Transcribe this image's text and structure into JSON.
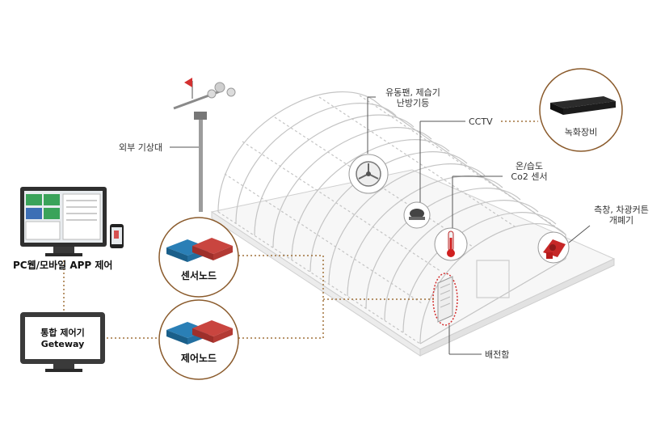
{
  "labels": {
    "weather_station": "외부 기상대",
    "fan_line1": "유동팬, 제습기",
    "fan_line2": "난방기등",
    "cctv": "CCTV",
    "recorder": "녹화장비",
    "sensor_line1": "온/습도",
    "sensor_line2": "Co2 센서",
    "curtain_line1": "측창, 차광커튼",
    "curtain_line2": "개폐기",
    "panel": "배전함",
    "pc_control": "PC웹/모바일 APP 제어",
    "gateway_line1": "통합 제어기",
    "gateway_line2": "Geteway",
    "sensor_node": "센서노드",
    "control_node": "제어노드"
  },
  "colors": {
    "accent_dotted": "#a0723c",
    "circle_border": "#8a5a2b",
    "greenhouse_line": "#c9c9c9"
  }
}
